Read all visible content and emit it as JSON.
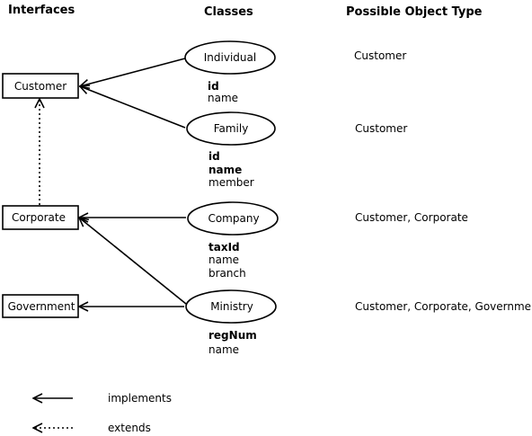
{
  "headers": {
    "interfaces": "Interfaces",
    "classes": "Classes",
    "object_type": "Possible Object Type"
  },
  "interfaces": {
    "customer": "Customer",
    "corporate": "Corporate",
    "government": "Government"
  },
  "classes": {
    "individual": {
      "name": "Individual",
      "attrs": [
        {
          "text": "id",
          "key": true
        },
        {
          "text": "name",
          "key": false
        }
      ],
      "object_type": "Customer"
    },
    "family": {
      "name": "Family",
      "attrs": [
        {
          "text": "id",
          "key": true
        },
        {
          "text": "name",
          "key": true
        },
        {
          "text": "member",
          "key": false
        }
      ],
      "object_type": "Customer"
    },
    "company": {
      "name": "Company",
      "attrs": [
        {
          "text": "taxId",
          "key": true
        },
        {
          "text": "name",
          "key": false
        },
        {
          "text": "branch",
          "key": false
        }
      ],
      "object_type": "Customer, Corporate"
    },
    "ministry": {
      "name": "Ministry",
      "attrs": [
        {
          "text": "regNum",
          "key": true
        },
        {
          "text": "name",
          "key": false
        }
      ],
      "object_type": "Customer, Corporate, Government"
    }
  },
  "legend": {
    "implements": "implements",
    "extends": "extends"
  }
}
